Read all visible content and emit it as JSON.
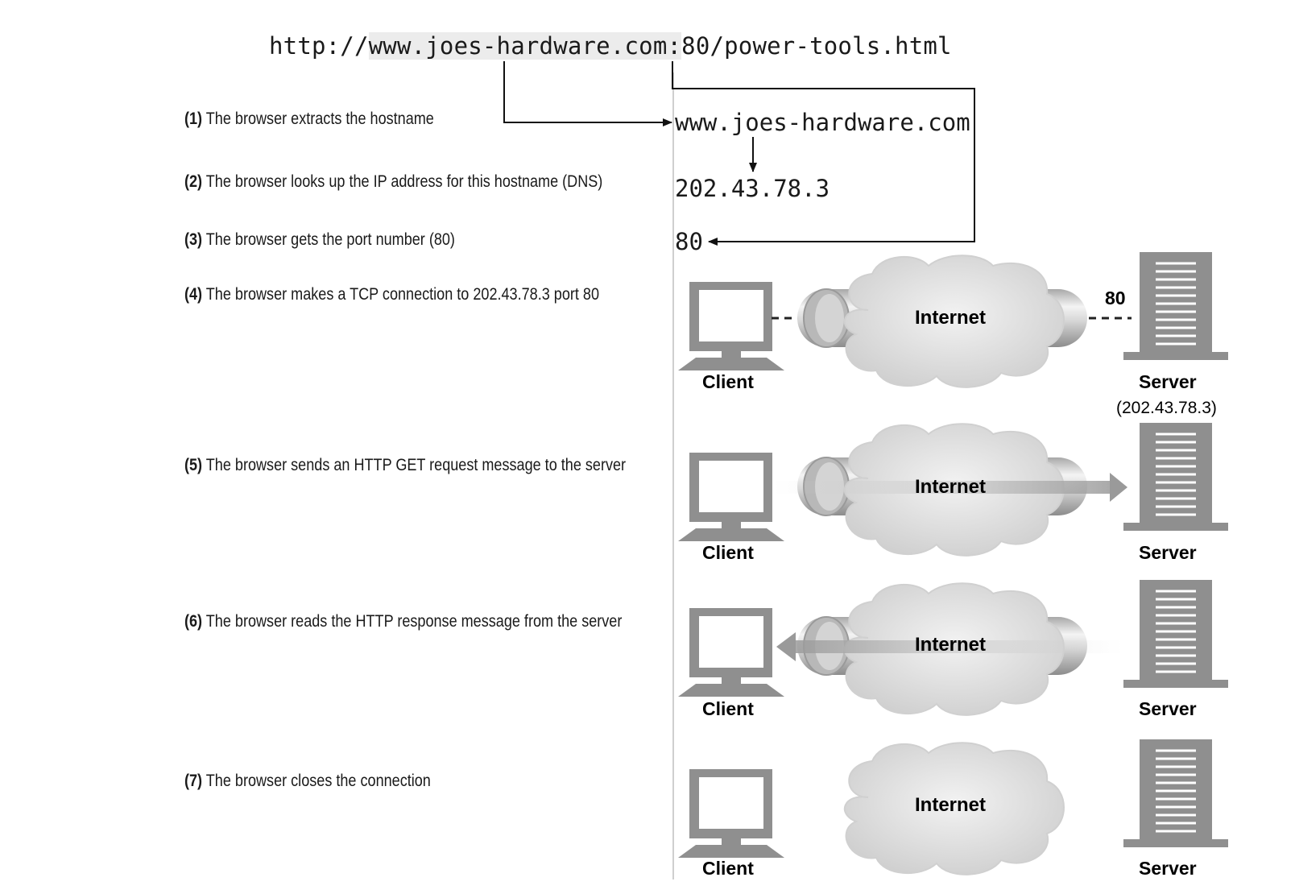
{
  "url": {
    "scheme": "http://",
    "host": "www.joes-hardware.com",
    "colon": ":",
    "port": "80",
    "path": "/power-tools.html"
  },
  "values": {
    "hostname": "www.joes-hardware.com",
    "ip": "202.43.78.3",
    "port": "80"
  },
  "steps": [
    {
      "num": "(1)",
      "text": " The browser extracts the hostname"
    },
    {
      "num": "(2)",
      "text": " The browser looks up the IP address for this hostname (DNS)"
    },
    {
      "num": "(3)",
      "text": " The browser gets the port number (80)"
    },
    {
      "num": "(4)",
      "text": " The browser makes a TCP connection to 202.43.78.3 port 80"
    },
    {
      "num": "(5)",
      "text": " The browser sends an HTTP GET request message to the server"
    },
    {
      "num": "(6)",
      "text": " The browser reads the HTTP response message from the server"
    },
    {
      "num": "(7)",
      "text": " The browser closes the connection"
    }
  ],
  "scenes": [
    {
      "client": "Client",
      "internet": "Internet",
      "server": "Server",
      "port_label": "80",
      "server_ip": "(202.43.78.3)"
    },
    {
      "client": "Client",
      "internet": "Internet",
      "server": "Server"
    },
    {
      "client": "Client",
      "internet": "Internet",
      "server": "Server"
    },
    {
      "client": "Client",
      "internet": "Internet",
      "server": "Server"
    }
  ]
}
